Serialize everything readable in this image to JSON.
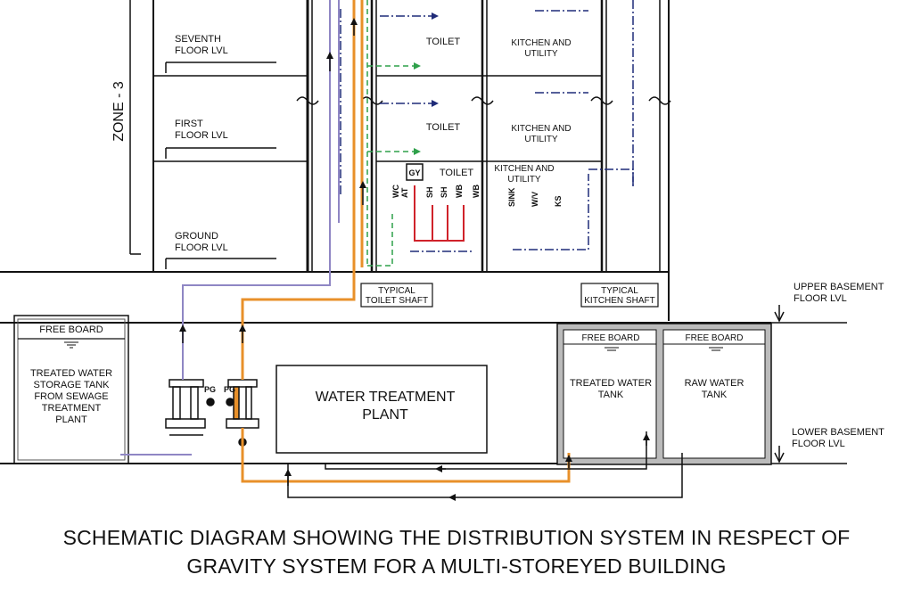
{
  "zone_label": "ZONE - 3",
  "floors": [
    {
      "line1": "SEVENTH",
      "line2": "FLOOR LVL"
    },
    {
      "line1": "FIRST",
      "line2": "FLOOR LVL"
    },
    {
      "line1": "GROUND",
      "line2": "FLOOR LVL"
    }
  ],
  "rooms": {
    "toilet": "TOILET",
    "kitchen_line1": "KITCHEN AND",
    "kitchen_line2": "UTILITY"
  },
  "fixtures": {
    "gy": "GY",
    "toilet": [
      "WC",
      "AT",
      "SH",
      "SH",
      "WB",
      "WB"
    ],
    "kitchen": [
      "SINK",
      "W/V",
      "KS"
    ]
  },
  "shafts": {
    "toilet_line1": "TYPICAL",
    "toilet_line2": "TOILET SHAFT",
    "kitchen_line1": "TYPICAL",
    "kitchen_line2": "KITCHEN  SHAFT"
  },
  "levels": {
    "upper_line1": "UPPER BASEMENT",
    "upper_line2": "FLOOR LVL",
    "lower_line1": "LOWER BASEMENT",
    "lower_line2": "FLOOR LVL"
  },
  "tanks": {
    "free_board": "FREE BOARD",
    "storage": [
      "TREATED WATER",
      "STORAGE TANK",
      "FROM SEWAGE",
      "TREATMENT",
      "PLANT"
    ],
    "treated": [
      "TREATED WATER",
      "TANK"
    ],
    "raw": [
      "RAW WATER",
      "TANK"
    ]
  },
  "plant": {
    "line1": "WATER TREATMENT",
    "line2": "PLANT"
  },
  "gauge": "PG",
  "caption": {
    "line1": "SCHEMATIC DIAGRAM SHOWING THE DISTRIBUTION SYSTEM IN RESPECT OF",
    "line2": "GRAVITY SYSTEM FOR A MULTI-STOREYED BUILDING"
  },
  "colors": {
    "line": "#111111",
    "supply_orange": "#e8902a",
    "purple": "#8f86c4",
    "drain_blue": "#1f2b78",
    "vent_green": "#2ea04a",
    "hot_red": "#d0222a"
  }
}
